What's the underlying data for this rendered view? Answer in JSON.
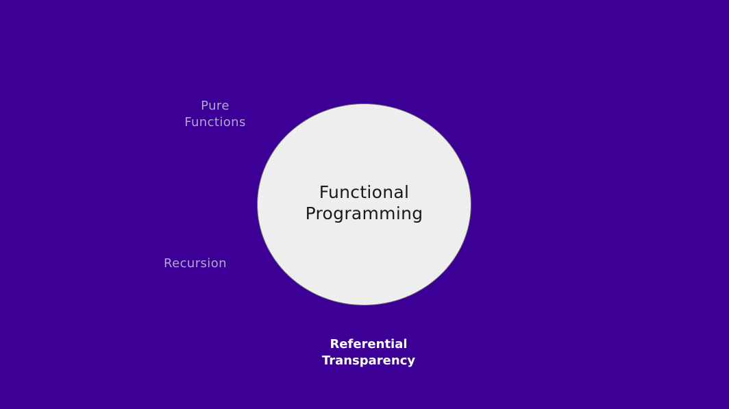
{
  "colors": {
    "background": "#3c0096",
    "circle_fill": "#eeeeee",
    "center_text": "#1a1a1a",
    "muted_text": "#b3a7d3",
    "strong_text": "#ffffff"
  },
  "diagram": {
    "center": {
      "line1": "Functional",
      "line2": "Programming"
    },
    "concepts": {
      "pure_functions": {
        "line1": "Pure",
        "line2": "Functions"
      },
      "recursion": {
        "label": "Recursion"
      },
      "referential_transparency": {
        "line1": "Referential",
        "line2": "Transparency"
      }
    }
  }
}
